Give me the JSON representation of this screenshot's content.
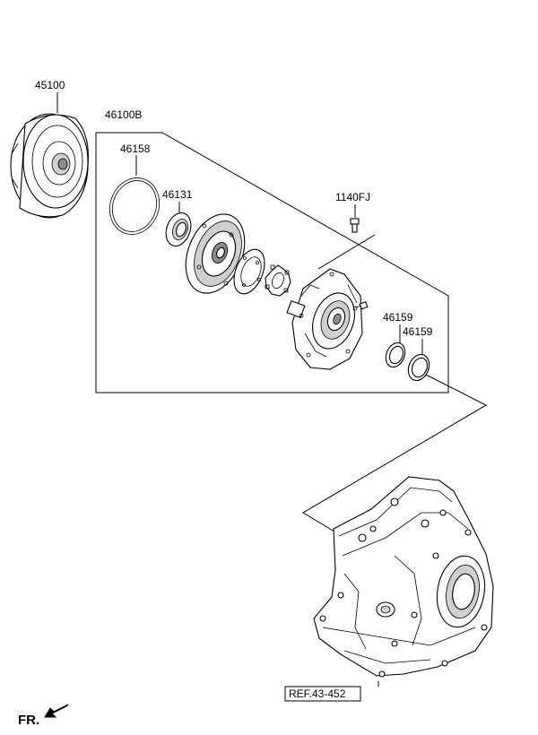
{
  "labels": {
    "torque_converter": "45100",
    "oil_pump_assy": "46100B",
    "o_ring": "46158",
    "oil_seal": "46131",
    "bolt": "1140FJ",
    "seal_ring_a": "46159",
    "seal_ring_b": "46159",
    "ref": "REF.43-452",
    "front": "FR."
  }
}
